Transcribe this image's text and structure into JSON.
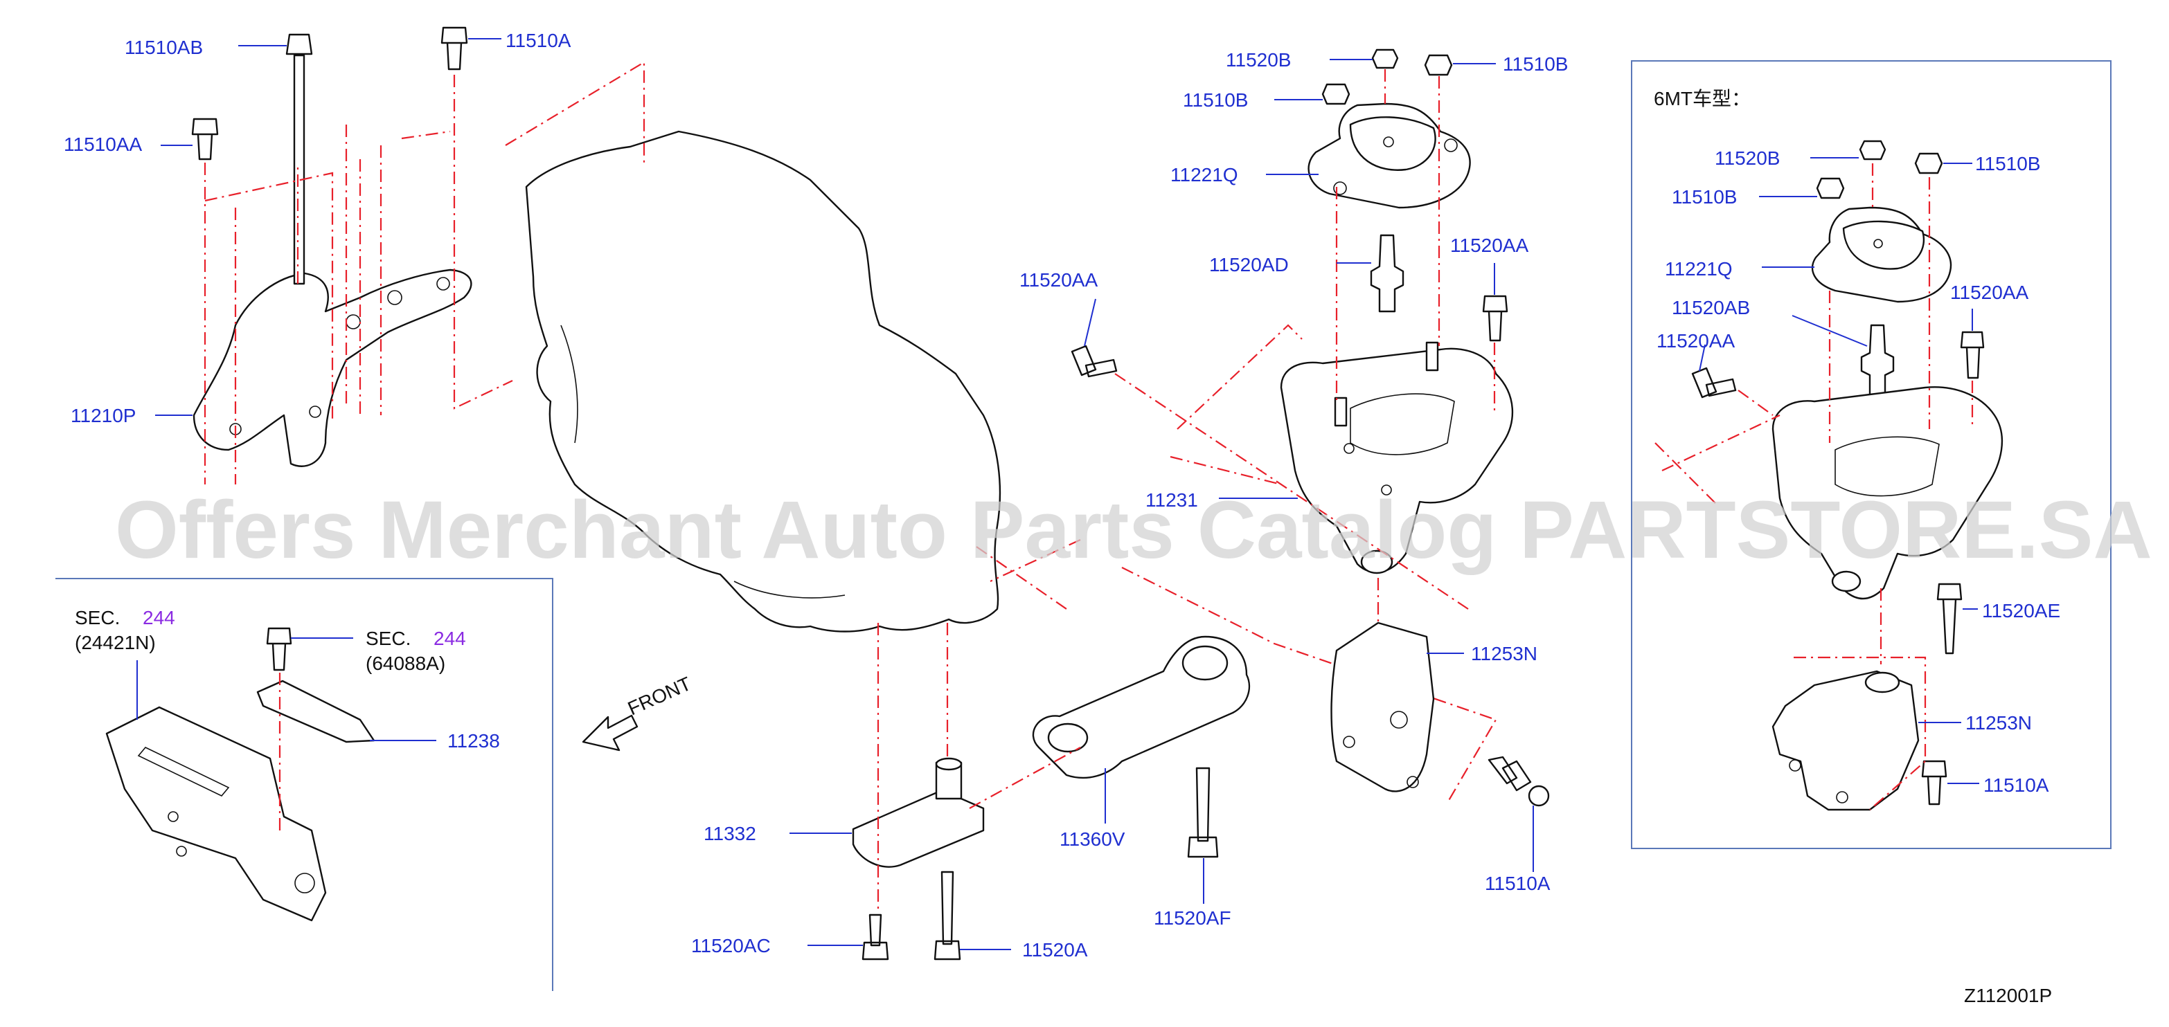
{
  "watermark": "Offers Merchant Auto Parts Catalog PARTSTORE.SA",
  "diagram_code": "Z112001P",
  "front_label": "FRONT",
  "inset_6mt": {
    "title": "6MT车型："
  },
  "sec_refs": [
    {
      "sec": "SEC.",
      "num": "244",
      "code": "(24421N)"
    },
    {
      "sec": "SEC.",
      "num": "244",
      "code": "(64088A)"
    }
  ],
  "part_labels": {
    "p11510AB": "11510AB",
    "p11510A_top": "11510A",
    "p11510AA_left": "11510AA",
    "p11210P": "11210P",
    "p11520B_mid": "11520B",
    "p11510B_mid_r": "11510B",
    "p11510B_mid_l": "11510B",
    "p11221Q_mid": "11221Q",
    "p11520AD": "11520AD",
    "p11520AA_mid_r": "11520AA",
    "p11520AA_mid_l": "11520AA",
    "p11231": "11231",
    "p11253N_mid": "11253N",
    "p11332": "11332",
    "p11360V": "11360V",
    "p11520AF": "11520AF",
    "p11510A_mid": "11510A",
    "p11520AC": "11520AC",
    "p11520A": "11520A",
    "p11238": "11238",
    "r11520B": "11520B",
    "r11510B_r": "11510B",
    "r11510B_l": "11510B",
    "r11221Q": "11221Q",
    "r11520AB": "11520AB",
    "r11520AA_r": "11520AA",
    "r11520AA_l": "11520AA",
    "r11520AE": "11520AE",
    "r11253N": "11253N",
    "r11510A": "11510A"
  }
}
